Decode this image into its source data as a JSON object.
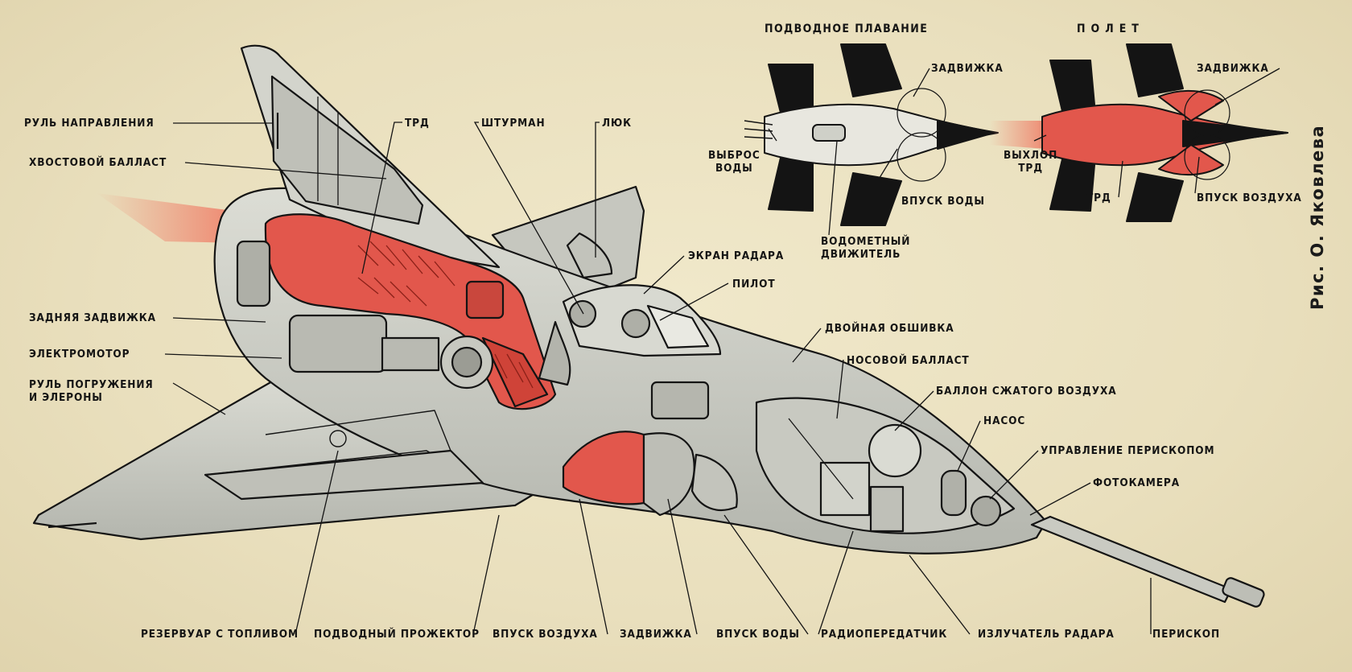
{
  "colors": {
    "background": "#ece3c2",
    "hull": "#cfd0c8",
    "hull_shade": "#a8aaa2",
    "engine_red": "#e2574c",
    "outline": "#141414",
    "exhaust": "#ef7a64"
  },
  "insets": {
    "submerged": {
      "title": "ПОДВОДНОЕ ПЛАВАНИЕ",
      "gate": "ЗАДВИЖКА",
      "water_out": "ВЫБРОС\nВОДЫ",
      "water_in": "ВПУСК ВОДЫ",
      "jet_drive": "ВОДОМЕТНЫЙ\nДВИЖИТЕЛЬ"
    },
    "flight": {
      "title": "ПОЛЕТ",
      "gate": "ЗАДВИЖКА",
      "exhaust": "ВЫХЛОП\nТРД",
      "engine": "ТРД",
      "air_in": "ВПУСК ВОЗДУХА"
    }
  },
  "labels": {
    "rudder": "РУЛЬ НАПРАВЛЕНИЯ",
    "tail_ballast": "ХВОСТОВОЙ БАЛЛАСТ",
    "rear_gate": "ЗАДНЯЯ ЗАДВИЖКА",
    "electric_motor": "ЭЛЕКТРОМОТОР",
    "dive_rudder": "РУЛЬ ПОГРУЖЕНИЯ\nИ ЭЛЕРОНЫ",
    "engine": "ТРД",
    "navigator": "ШТУРМАН",
    "hatch": "ЛЮК",
    "radar_screen": "ЭКРАН РАДАРА",
    "pilot": "ПИЛОТ",
    "double_skin": "ДВОЙНАЯ ОБШИВКА",
    "nose_ballast": "НОСОВОЙ БАЛЛАСТ",
    "air_tank": "БАЛЛОН СЖАТОГО ВОЗДУХА",
    "pump": "НАСОС",
    "periscope_control": "УПРАВЛЕНИЕ ПЕРИСКОПОМ",
    "camera": "ФОТОКАМЕРА",
    "fuel_tank": "РЕЗЕРВУАР С ТОПЛИВОМ",
    "searchlight": "ПОДВОДНЫЙ ПРОЖЕКТОР",
    "air_intake": "ВПУСК ВОЗДУХА",
    "gate": "ЗАДВИЖКА",
    "water_intake": "ВПУСК ВОДЫ",
    "radio": "РАДИОПЕРЕДАТЧИК",
    "radar_emitter": "ИЗЛУЧАТЕЛЬ РАДАРА",
    "periscope": "ПЕРИСКОП"
  },
  "credit": "Рис. О. Яковлева"
}
